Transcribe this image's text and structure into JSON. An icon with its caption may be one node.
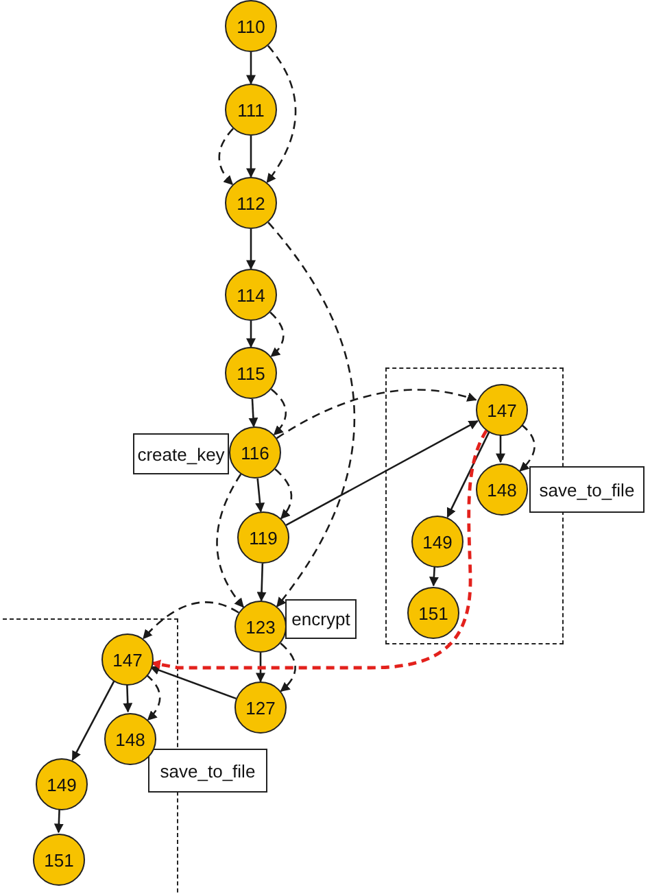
{
  "diagram": {
    "nodes": [
      {
        "text": [
          "110"
        ]
      },
      {
        "text": [
          "111"
        ]
      },
      {
        "text": [
          "112"
        ]
      },
      {
        "text": [
          "114"
        ]
      },
      {
        "text": [
          "115"
        ]
      },
      {
        "text": [
          "create_key"
        ]
      },
      {
        "text": [
          "116"
        ]
      },
      {
        "text": [
          "119"
        ]
      },
      {
        "text": [
          "123"
        ]
      },
      {
        "text": [
          "encrypt"
        ]
      },
      {
        "text": [
          "127"
        ]
      },
      {
        "text": [],
        "shape": "box"
      },
      {
        "text": [
          "147"
        ],
        "in": 11
      },
      {
        "text": [
          "148"
        ],
        "in": 11
      },
      {
        "text": [
          "save_to_file"
        ]
      },
      {
        "text": [
          "149"
        ],
        "in": 11
      },
      {
        "text": [
          "151"
        ],
        "in": 11
      },
      {
        "text": [],
        "shape": "box"
      },
      {
        "text": [
          "147"
        ],
        "in": 17
      },
      {
        "text": [
          "148"
        ],
        "in": 17
      },
      {
        "text": [
          "149"
        ],
        "in": 17
      },
      {
        "text": [
          "151"
        ],
        "in": 17
      },
      {
        "text": [
          "save_to_file"
        ]
      }
    ],
    "edges": [
      {
        "from": 0,
        "to": 1,
        "arrow": "to"
      },
      {
        "from": 0,
        "to": 2,
        "arrow": "to",
        "style": "dashed"
      },
      {
        "from": 1,
        "to": 2,
        "arrow": "to"
      },
      {
        "from": 1,
        "to": 2,
        "arrow": "to",
        "style": "dashed"
      },
      {
        "from": 2,
        "to": 3,
        "arrow": "to"
      },
      {
        "from": 2,
        "to": 8,
        "arrow": "to",
        "style": "dashed"
      },
      {
        "from": 3,
        "to": 4,
        "arrow": "to"
      },
      {
        "from": 3,
        "to": 4,
        "arrow": "to",
        "style": "dashed"
      },
      {
        "from": 4,
        "to": 6,
        "arrow": "to"
      },
      {
        "from": 4,
        "to": 6,
        "arrow": "to",
        "style": "dashed"
      },
      {
        "from": 6,
        "to": 7,
        "arrow": "to"
      },
      {
        "from": 6,
        "to": 7,
        "arrow": "to",
        "style": "dashed"
      },
      {
        "from": 6,
        "to": 8,
        "arrow": "to",
        "style": "dashed"
      },
      {
        "from": 6,
        "to": 12,
        "arrow": "to",
        "style": "dashed"
      },
      {
        "from": 7,
        "to": 8,
        "arrow": "to"
      },
      {
        "from": 7,
        "to": 12,
        "arrow": "to"
      },
      {
        "from": 8,
        "to": 10,
        "arrow": "to"
      },
      {
        "from": 8,
        "to": 10,
        "arrow": "to",
        "style": "dashed"
      },
      {
        "from": 8,
        "to": 18,
        "arrow": "to",
        "style": "dashed"
      },
      {
        "from": 10,
        "to": 18,
        "arrow": "to"
      },
      {
        "from": 12,
        "to": 13,
        "arrow": "to"
      },
      {
        "from": 12,
        "to": 13,
        "arrow": "to",
        "style": "dashed"
      },
      {
        "from": 12,
        "to": 15,
        "arrow": "to"
      },
      {
        "from": 15,
        "to": 16,
        "arrow": "to"
      },
      {
        "from": 18,
        "to": 19,
        "arrow": "to"
      },
      {
        "from": 18,
        "to": 19,
        "arrow": "to",
        "style": "dashed"
      },
      {
        "from": 18,
        "to": 20,
        "arrow": "to"
      },
      {
        "from": 20,
        "to": 21,
        "arrow": "to"
      },
      {
        "from": 12,
        "to": 18,
        "arrow": "to",
        "style": "dashed",
        "color": "#e3211c"
      }
    ]
  }
}
